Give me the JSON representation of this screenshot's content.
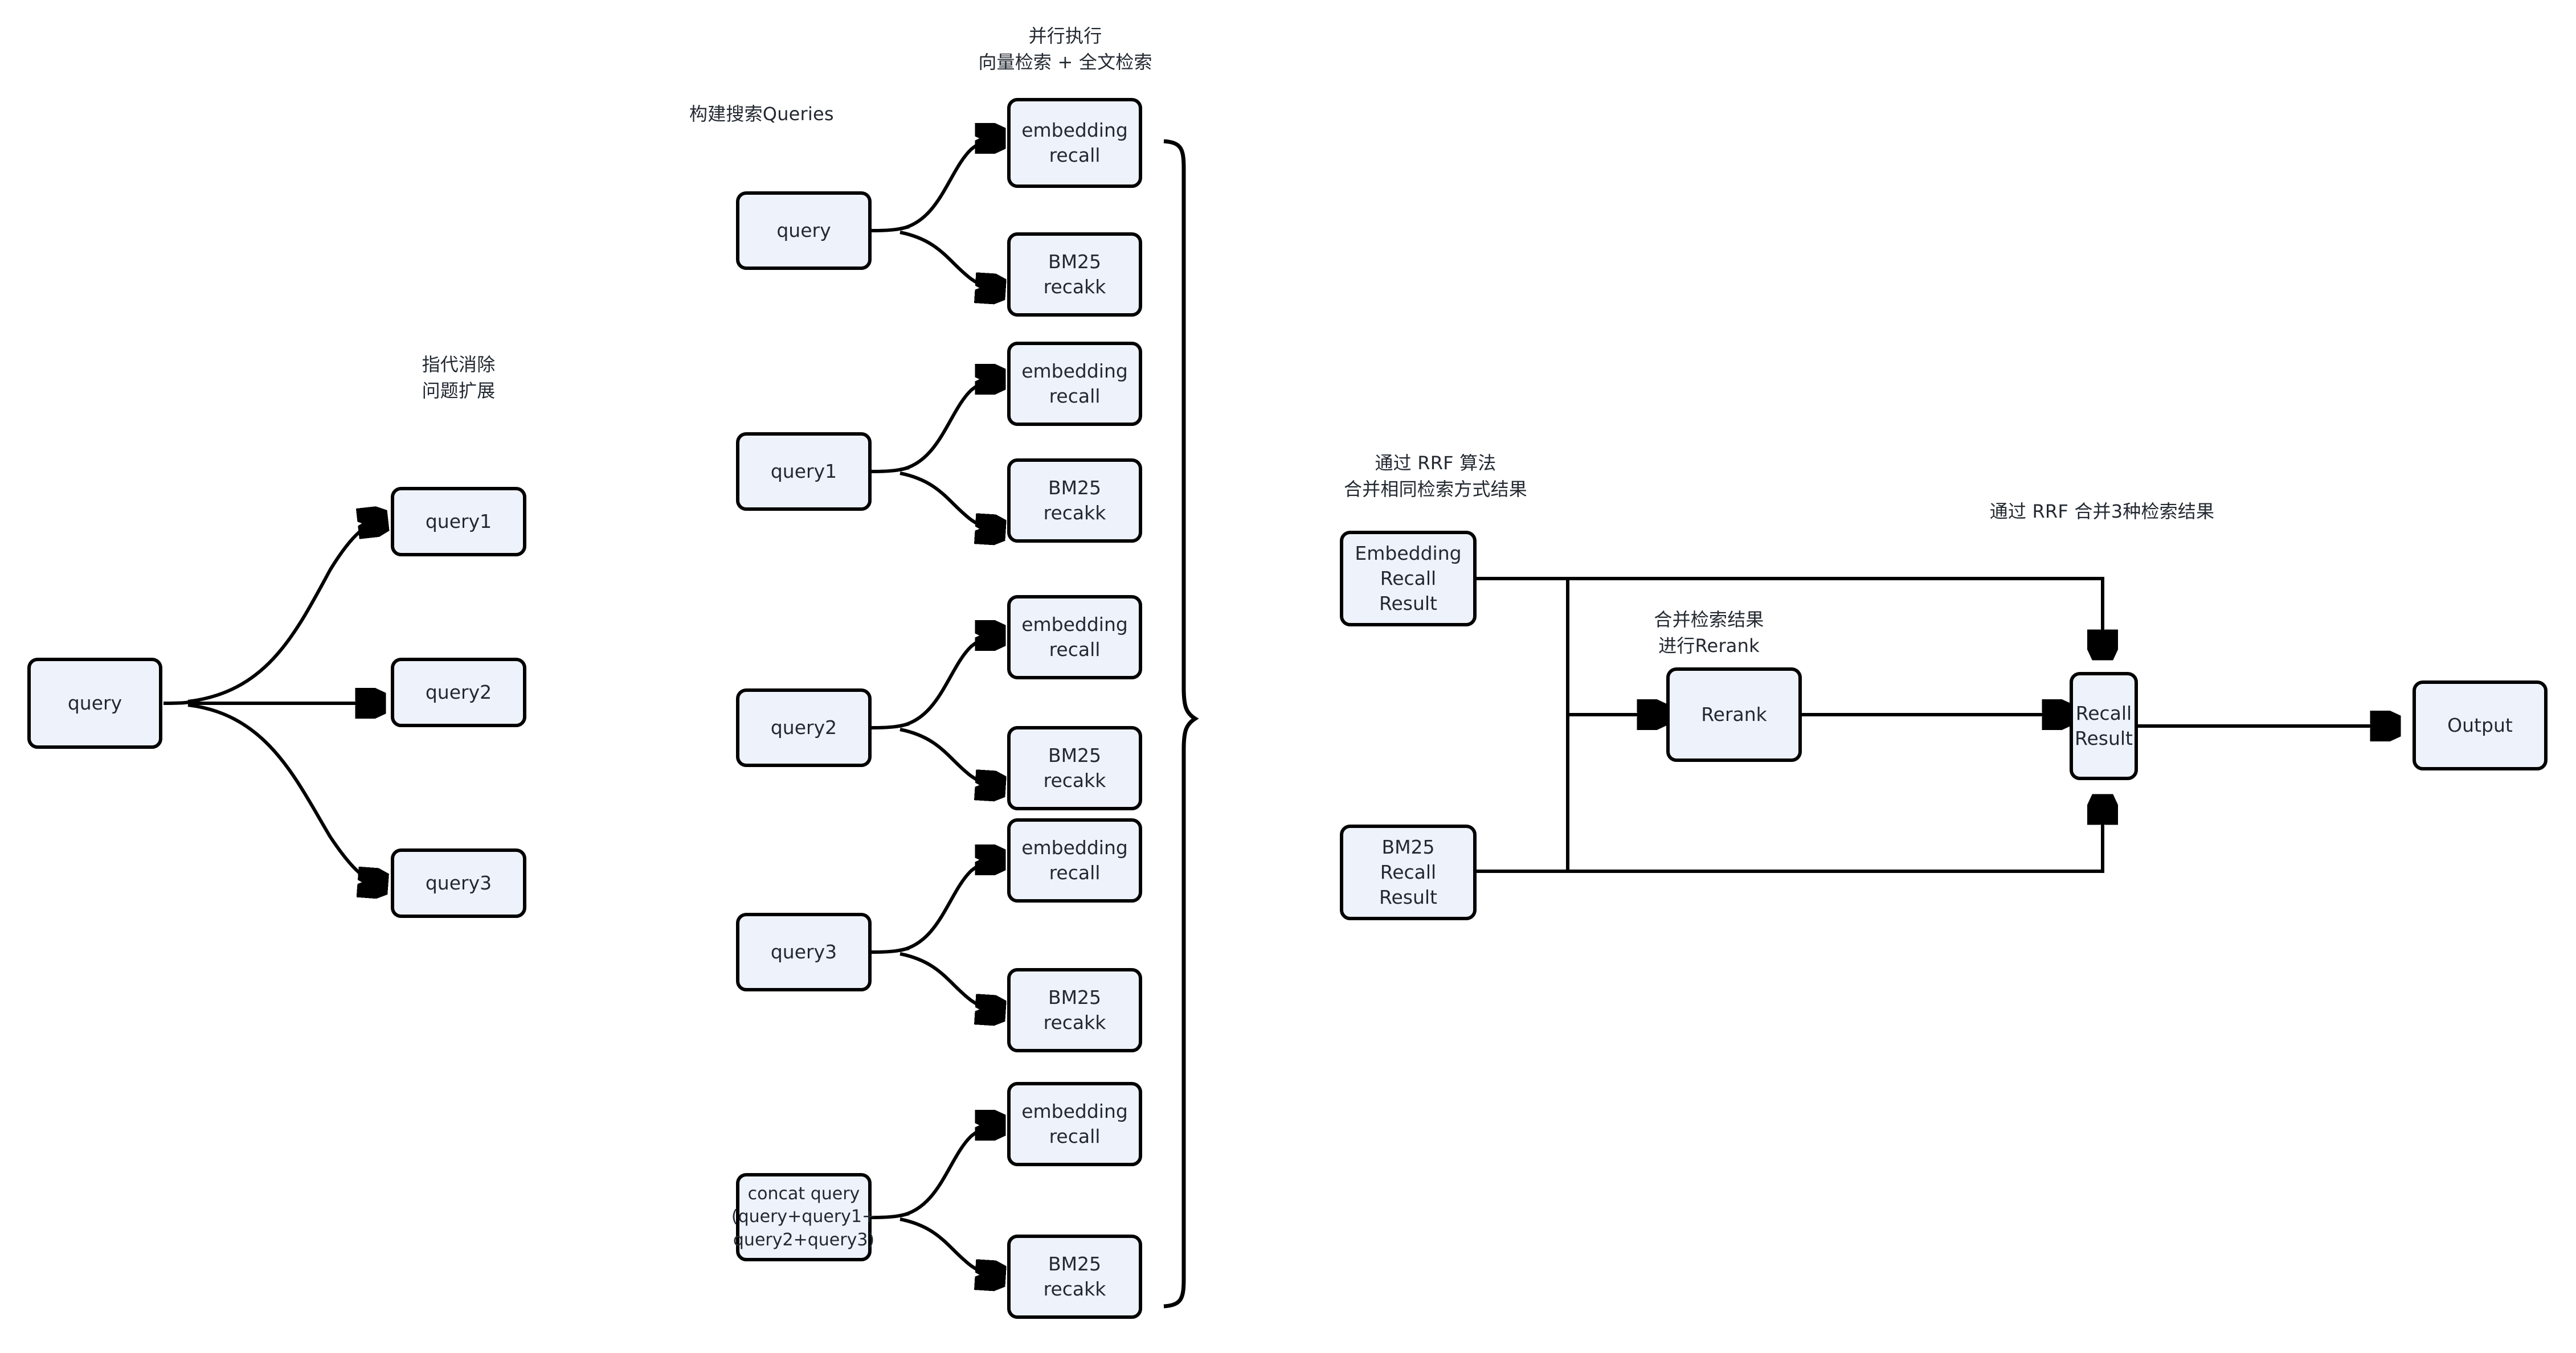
{
  "theme": {
    "node_fill": "#eef2fa",
    "node_stroke": "#000000",
    "text_color": "#232931",
    "background": "#ffffff"
  },
  "notes": {
    "stage1": "指代消除\n问题扩展",
    "stage2": "构建搜索Queries",
    "stage3": "并行执行\n向量检索 + 全文检索",
    "stage4": "通过 RRF 算法\n合并相同检索方式结果",
    "stage5": "合并检索结果\n进行Rerank",
    "stage6": "通过 RRF 合并3种检索结果"
  },
  "stage1_nodes": {
    "source": "query",
    "expansions": [
      "query1",
      "query2",
      "query3"
    ]
  },
  "stage2_groups": [
    {
      "query": "query",
      "recalls": [
        "embedding\nrecall",
        "BM25\nrecakk"
      ]
    },
    {
      "query": "query1",
      "recalls": [
        "embedding\nrecall",
        "BM25\nrecakk"
      ]
    },
    {
      "query": "query2",
      "recalls": [
        "embedding\nrecall",
        "BM25\nrecakk"
      ]
    },
    {
      "query": "query3",
      "recalls": [
        "embedding\nrecall",
        "BM25\nrecakk"
      ]
    },
    {
      "query": "concat query\n(query+query1+\nquery2+query3)",
      "recalls": [
        "embedding\nrecall",
        "BM25\nrecakk"
      ]
    }
  ],
  "stage3_nodes": {
    "embedding_recall_result": "Embedding\nRecall\nResult",
    "bm25_recall_result": "BM25\nRecall\nResult",
    "rerank": "Rerank",
    "recall_result": "Recall\nResult",
    "output": "Output"
  }
}
